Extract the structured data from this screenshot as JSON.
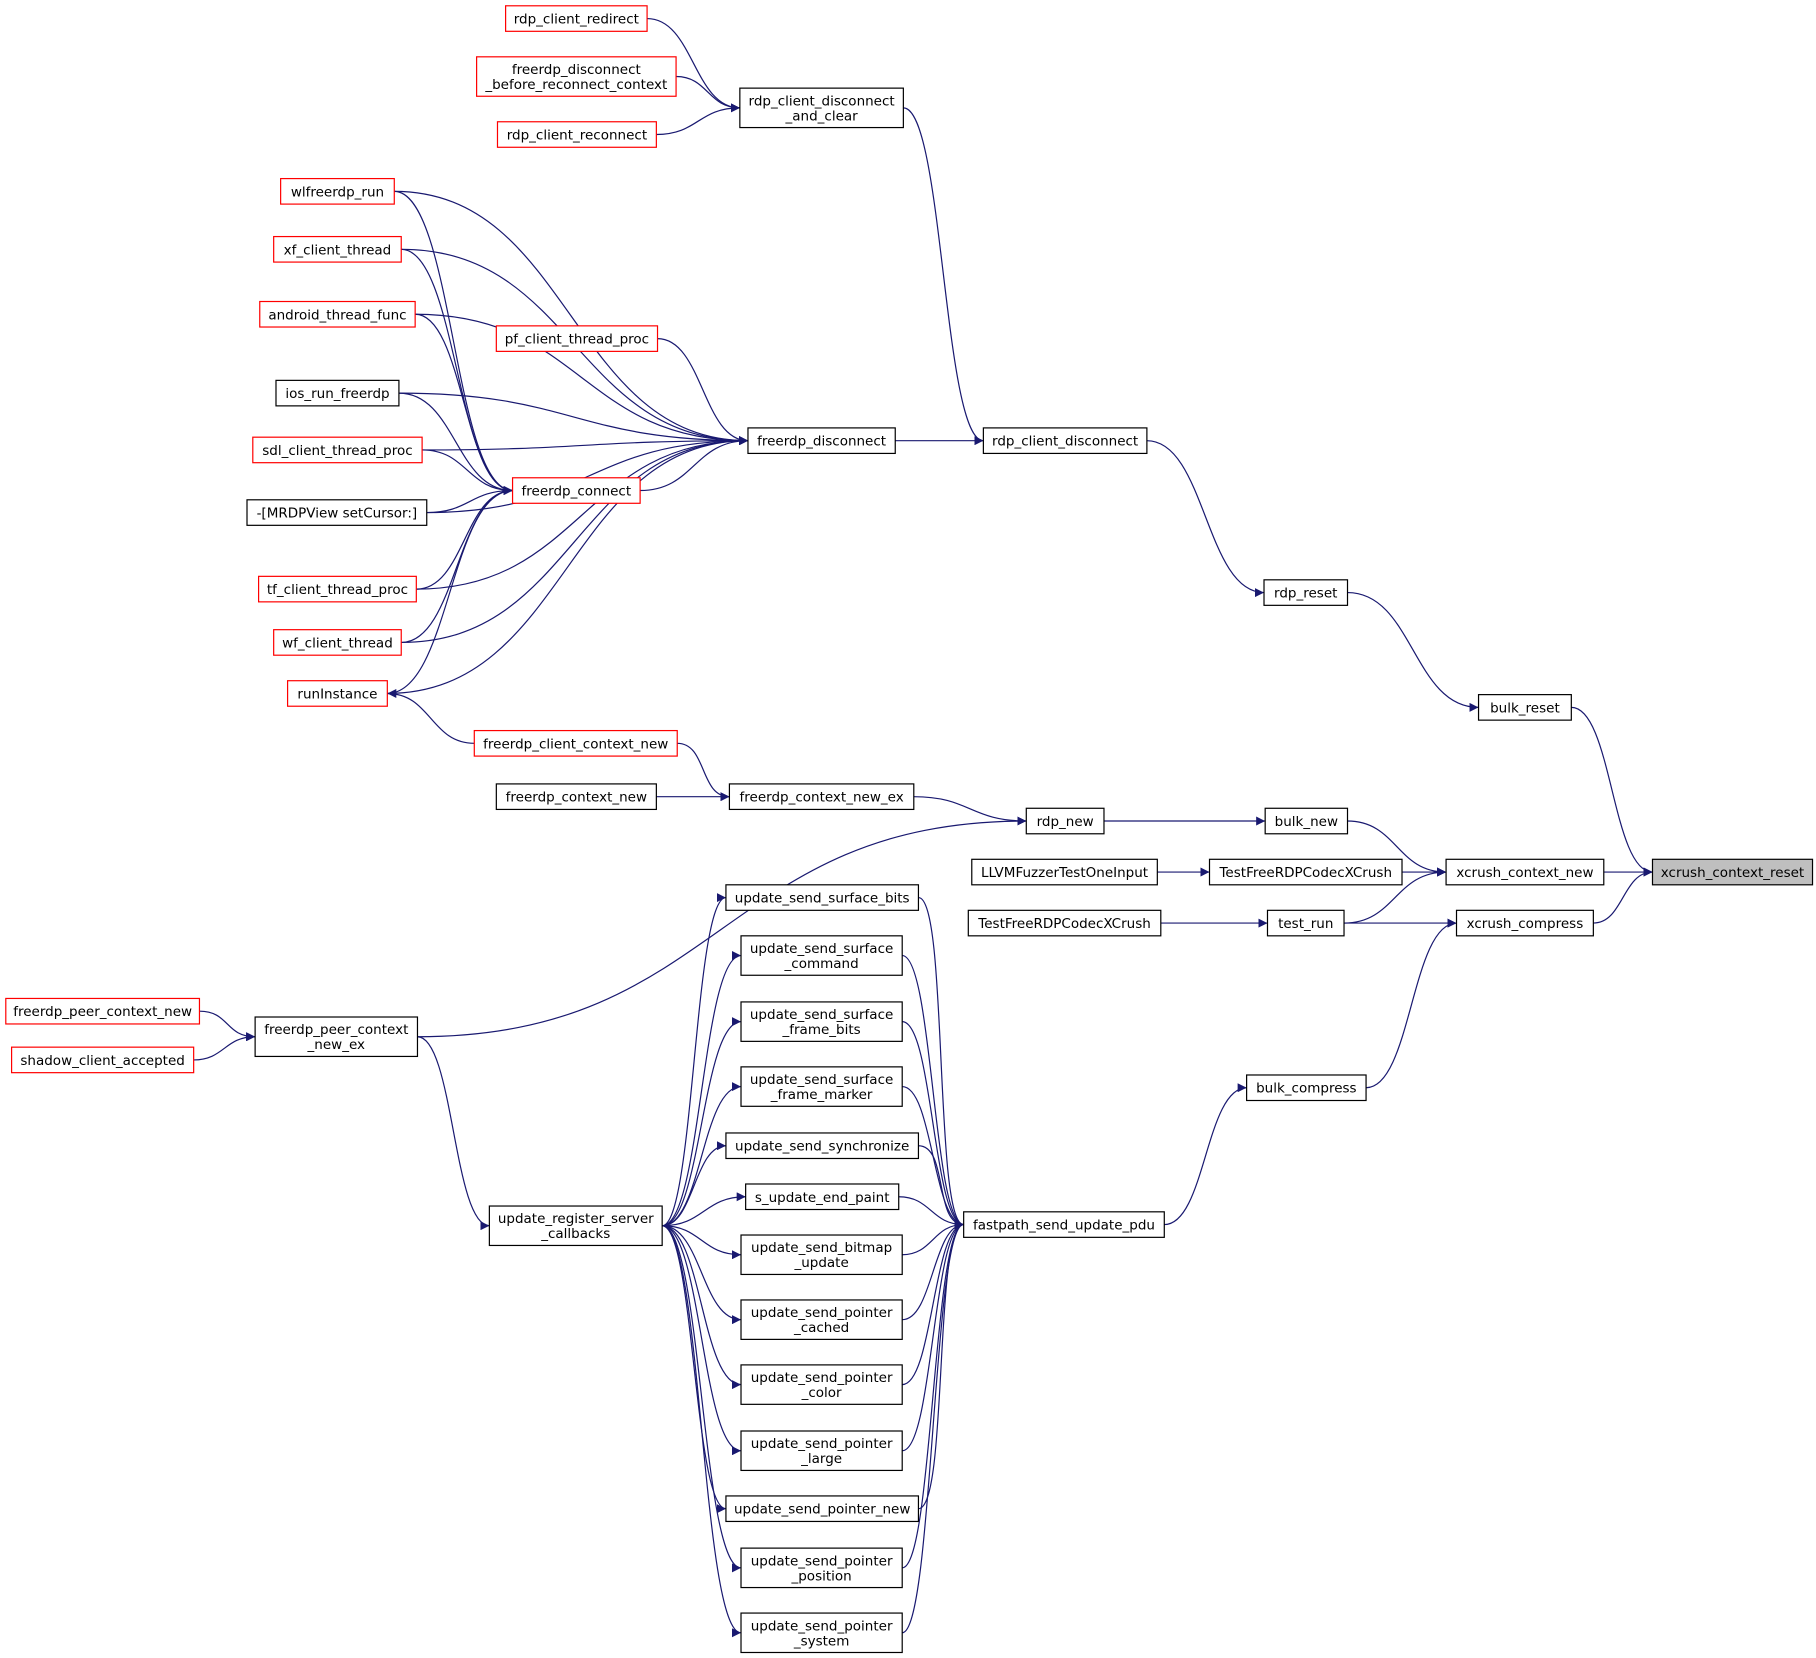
{
  "colors": {
    "edge": "#191970",
    "border_default": "#000000",
    "border_incomplete": "#ff0000",
    "focus_fill": "#bfbfbf"
  },
  "nodes": [
    {
      "id": "xcrush_context_reset",
      "lines": [
        "xcrush_context_reset"
      ],
      "style": "focus"
    },
    {
      "id": "bulk_reset",
      "lines": [
        "bulk_reset"
      ],
      "style": "black"
    },
    {
      "id": "xcrush_context_new",
      "lines": [
        "xcrush_context_new"
      ],
      "style": "black"
    },
    {
      "id": "xcrush_compress",
      "lines": [
        "xcrush_compress"
      ],
      "style": "black"
    },
    {
      "id": "rdp_reset",
      "lines": [
        "rdp_reset"
      ],
      "style": "black"
    },
    {
      "id": "bulk_new",
      "lines": [
        "bulk_new"
      ],
      "style": "black"
    },
    {
      "id": "TestFreeRDPCodecXCrush_1",
      "lines": [
        "TestFreeRDPCodecXCrush"
      ],
      "style": "black"
    },
    {
      "id": "test_run",
      "lines": [
        "test_run"
      ],
      "style": "black"
    },
    {
      "id": "bulk_compress",
      "lines": [
        "bulk_compress"
      ],
      "style": "black"
    },
    {
      "id": "rdp_client_disconnect",
      "lines": [
        "rdp_client_disconnect"
      ],
      "style": "black"
    },
    {
      "id": "rdp_new",
      "lines": [
        "rdp_new"
      ],
      "style": "black"
    },
    {
      "id": "LLVMFuzzerTestOneInput",
      "lines": [
        "LLVMFuzzerTestOneInput"
      ],
      "style": "black"
    },
    {
      "id": "TestFreeRDPCodecXCrush_2",
      "lines": [
        "TestFreeRDPCodecXCrush"
      ],
      "style": "black"
    },
    {
      "id": "fastpath_send_update_pdu",
      "lines": [
        "fastpath_send_update_pdu"
      ],
      "style": "black"
    },
    {
      "id": "rdp_client_disconnect_and_clear",
      "lines": [
        "rdp_client_disconnect",
        "_and_clear"
      ],
      "style": "black"
    },
    {
      "id": "freerdp_disconnect",
      "lines": [
        "freerdp_disconnect"
      ],
      "style": "black"
    },
    {
      "id": "freerdp_context_new_ex",
      "lines": [
        "freerdp_context_new_ex"
      ],
      "style": "black"
    },
    {
      "id": "freerdp_peer_context_new_ex",
      "lines": [
        "freerdp_peer_context",
        "_new_ex"
      ],
      "style": "black"
    },
    {
      "id": "update_send_surface_bits",
      "lines": [
        "update_send_surface_bits"
      ],
      "style": "black"
    },
    {
      "id": "update_send_surface_command",
      "lines": [
        "update_send_surface",
        "_command"
      ],
      "style": "black"
    },
    {
      "id": "update_send_surface_frame_bits",
      "lines": [
        "update_send_surface",
        "_frame_bits"
      ],
      "style": "black"
    },
    {
      "id": "update_send_surface_frame_marker",
      "lines": [
        "update_send_surface",
        "_frame_marker"
      ],
      "style": "black"
    },
    {
      "id": "update_send_synchronize",
      "lines": [
        "update_send_synchronize"
      ],
      "style": "black"
    },
    {
      "id": "s_update_end_paint",
      "lines": [
        "s_update_end_paint"
      ],
      "style": "black"
    },
    {
      "id": "update_send_bitmap_update",
      "lines": [
        "update_send_bitmap",
        "_update"
      ],
      "style": "black"
    },
    {
      "id": "update_send_pointer_cached",
      "lines": [
        "update_send_pointer",
        "_cached"
      ],
      "style": "black"
    },
    {
      "id": "update_send_pointer_color",
      "lines": [
        "update_send_pointer",
        "_color"
      ],
      "style": "black"
    },
    {
      "id": "update_send_pointer_large",
      "lines": [
        "update_send_pointer",
        "_large"
      ],
      "style": "black"
    },
    {
      "id": "update_send_pointer_new",
      "lines": [
        "update_send_pointer_new"
      ],
      "style": "black"
    },
    {
      "id": "update_send_pointer_position",
      "lines": [
        "update_send_pointer",
        "_position"
      ],
      "style": "black"
    },
    {
      "id": "update_send_pointer_system",
      "lines": [
        "update_send_pointer",
        "_system"
      ],
      "style": "black"
    },
    {
      "id": "rdp_client_redirect",
      "lines": [
        "rdp_client_redirect"
      ],
      "style": "red"
    },
    {
      "id": "freerdp_disconnect_before_reconnect_context",
      "lines": [
        "freerdp_disconnect",
        "_before_reconnect_context"
      ],
      "style": "red"
    },
    {
      "id": "rdp_client_reconnect",
      "lines": [
        "rdp_client_reconnect"
      ],
      "style": "red"
    },
    {
      "id": "wlfreerdp_run",
      "lines": [
        "wlfreerdp_run"
      ],
      "style": "red"
    },
    {
      "id": "xf_client_thread",
      "lines": [
        "xf_client_thread"
      ],
      "style": "red"
    },
    {
      "id": "android_thread_func",
      "lines": [
        "android_thread_func"
      ],
      "style": "red"
    },
    {
      "id": "pf_client_thread_proc",
      "lines": [
        "pf_client_thread_proc"
      ],
      "style": "red"
    },
    {
      "id": "ios_run_freerdp",
      "lines": [
        "ios_run_freerdp"
      ],
      "style": "black"
    },
    {
      "id": "sdl_client_thread_proc",
      "lines": [
        "sdl_client_thread_proc"
      ],
      "style": "red"
    },
    {
      "id": "freerdp_connect",
      "lines": [
        "freerdp_connect"
      ],
      "style": "red"
    },
    {
      "id": "MRDPView_setCursor",
      "lines": [
        "-[MRDPView setCursor:]"
      ],
      "style": "black"
    },
    {
      "id": "tf_client_thread_proc",
      "lines": [
        "tf_client_thread_proc"
      ],
      "style": "red"
    },
    {
      "id": "wf_client_thread",
      "lines": [
        "wf_client_thread"
      ],
      "style": "red"
    },
    {
      "id": "runInstance",
      "lines": [
        "runInstance"
      ],
      "style": "red"
    },
    {
      "id": "freerdp_client_context_new",
      "lines": [
        "freerdp_client_context_new"
      ],
      "style": "red"
    },
    {
      "id": "freerdp_context_new",
      "lines": [
        "freerdp_context_new"
      ],
      "style": "black"
    },
    {
      "id": "freerdp_peer_context_new",
      "lines": [
        "freerdp_peer_context_new"
      ],
      "style": "red"
    },
    {
      "id": "shadow_client_accepted",
      "lines": [
        "shadow_client_accepted"
      ],
      "style": "red"
    },
    {
      "id": "update_register_server_callbacks",
      "lines": [
        "update_register_server",
        "_callbacks"
      ],
      "style": "black"
    }
  ],
  "edges": [
    {
      "from": "bulk_reset",
      "to": "xcrush_context_reset"
    },
    {
      "from": "xcrush_context_new",
      "to": "xcrush_context_reset"
    },
    {
      "from": "xcrush_compress",
      "to": "xcrush_context_reset"
    },
    {
      "from": "rdp_reset",
      "to": "bulk_reset"
    },
    {
      "from": "bulk_new",
      "to": "xcrush_context_new"
    },
    {
      "from": "TestFreeRDPCodecXCrush_1",
      "to": "xcrush_context_new"
    },
    {
      "from": "test_run",
      "to": "xcrush_context_new"
    },
    {
      "from": "test_run",
      "to": "xcrush_compress"
    },
    {
      "from": "bulk_compress",
      "to": "xcrush_compress"
    },
    {
      "from": "rdp_client_disconnect",
      "to": "rdp_reset"
    },
    {
      "from": "rdp_new",
      "to": "bulk_new"
    },
    {
      "from": "LLVMFuzzerTestOneInput",
      "to": "TestFreeRDPCodecXCrush_1"
    },
    {
      "from": "TestFreeRDPCodecXCrush_2",
      "to": "test_run"
    },
    {
      "from": "fastpath_send_update_pdu",
      "to": "bulk_compress"
    },
    {
      "from": "rdp_client_disconnect_and_clear",
      "to": "rdp_client_disconnect"
    },
    {
      "from": "freerdp_disconnect",
      "to": "rdp_client_disconnect"
    },
    {
      "from": "freerdp_context_new_ex",
      "to": "rdp_new"
    },
    {
      "from": "freerdp_peer_context_new_ex",
      "to": "rdp_new"
    },
    {
      "from": "update_send_surface_bits",
      "to": "fastpath_send_update_pdu"
    },
    {
      "from": "update_send_surface_command",
      "to": "fastpath_send_update_pdu"
    },
    {
      "from": "update_send_surface_frame_bits",
      "to": "fastpath_send_update_pdu"
    },
    {
      "from": "update_send_surface_frame_marker",
      "to": "fastpath_send_update_pdu"
    },
    {
      "from": "update_send_synchronize",
      "to": "fastpath_send_update_pdu"
    },
    {
      "from": "s_update_end_paint",
      "to": "fastpath_send_update_pdu"
    },
    {
      "from": "update_send_bitmap_update",
      "to": "fastpath_send_update_pdu"
    },
    {
      "from": "update_send_pointer_cached",
      "to": "fastpath_send_update_pdu"
    },
    {
      "from": "update_send_pointer_color",
      "to": "fastpath_send_update_pdu"
    },
    {
      "from": "update_send_pointer_large",
      "to": "fastpath_send_update_pdu"
    },
    {
      "from": "update_send_pointer_new",
      "to": "fastpath_send_update_pdu"
    },
    {
      "from": "update_send_pointer_position",
      "to": "fastpath_send_update_pdu"
    },
    {
      "from": "update_send_pointer_system",
      "to": "fastpath_send_update_pdu"
    },
    {
      "from": "rdp_client_redirect",
      "to": "rdp_client_disconnect_and_clear"
    },
    {
      "from": "freerdp_disconnect_before_reconnect_context",
      "to": "rdp_client_disconnect_and_clear"
    },
    {
      "from": "rdp_client_reconnect",
      "to": "rdp_client_disconnect_and_clear"
    },
    {
      "from": "wlfreerdp_run",
      "to": "freerdp_disconnect"
    },
    {
      "from": "xf_client_thread",
      "to": "freerdp_disconnect"
    },
    {
      "from": "android_thread_func",
      "to": "freerdp_disconnect"
    },
    {
      "from": "pf_client_thread_proc",
      "to": "freerdp_disconnect"
    },
    {
      "from": "ios_run_freerdp",
      "to": "freerdp_disconnect"
    },
    {
      "from": "sdl_client_thread_proc",
      "to": "freerdp_disconnect"
    },
    {
      "from": "freerdp_connect",
      "to": "freerdp_disconnect"
    },
    {
      "from": "MRDPView_setCursor",
      "to": "freerdp_disconnect"
    },
    {
      "from": "tf_client_thread_proc",
      "to": "freerdp_disconnect"
    },
    {
      "from": "wf_client_thread",
      "to": "freerdp_disconnect"
    },
    {
      "from": "runInstance",
      "to": "freerdp_disconnect"
    },
    {
      "from": "wlfreerdp_run",
      "to": "freerdp_connect"
    },
    {
      "from": "xf_client_thread",
      "to": "freerdp_connect"
    },
    {
      "from": "android_thread_func",
      "to": "freerdp_connect"
    },
    {
      "from": "ios_run_freerdp",
      "to": "freerdp_connect"
    },
    {
      "from": "sdl_client_thread_proc",
      "to": "freerdp_connect"
    },
    {
      "from": "MRDPView_setCursor",
      "to": "freerdp_connect"
    },
    {
      "from": "tf_client_thread_proc",
      "to": "freerdp_connect"
    },
    {
      "from": "wf_client_thread",
      "to": "freerdp_connect"
    },
    {
      "from": "runInstance",
      "to": "freerdp_connect"
    },
    {
      "from": "freerdp_client_context_new",
      "to": "runInstance"
    },
    {
      "from": "freerdp_client_context_new",
      "to": "freerdp_context_new_ex"
    },
    {
      "from": "freerdp_context_new",
      "to": "freerdp_context_new_ex"
    },
    {
      "from": "freerdp_peer_context_new",
      "to": "freerdp_peer_context_new_ex"
    },
    {
      "from": "shadow_client_accepted",
      "to": "freerdp_peer_context_new_ex"
    },
    {
      "from": "freerdp_peer_context_new_ex",
      "to": "update_register_server_callbacks"
    },
    {
      "from": "update_register_server_callbacks",
      "to": "update_send_surface_bits"
    },
    {
      "from": "update_register_server_callbacks",
      "to": "update_send_surface_command"
    },
    {
      "from": "update_register_server_callbacks",
      "to": "update_send_surface_frame_bits"
    },
    {
      "from": "update_register_server_callbacks",
      "to": "update_send_surface_frame_marker"
    },
    {
      "from": "update_register_server_callbacks",
      "to": "update_send_synchronize"
    },
    {
      "from": "update_register_server_callbacks",
      "to": "s_update_end_paint"
    },
    {
      "from": "update_register_server_callbacks",
      "to": "update_send_bitmap_update"
    },
    {
      "from": "update_register_server_callbacks",
      "to": "update_send_pointer_cached"
    },
    {
      "from": "update_register_server_callbacks",
      "to": "update_send_pointer_color"
    },
    {
      "from": "update_register_server_callbacks",
      "to": "update_send_pointer_large"
    },
    {
      "from": "update_register_server_callbacks",
      "to": "update_send_pointer_new"
    },
    {
      "from": "update_register_server_callbacks",
      "to": "update_send_pointer_position"
    },
    {
      "from": "update_register_server_callbacks",
      "to": "update_send_pointer_system"
    }
  ]
}
